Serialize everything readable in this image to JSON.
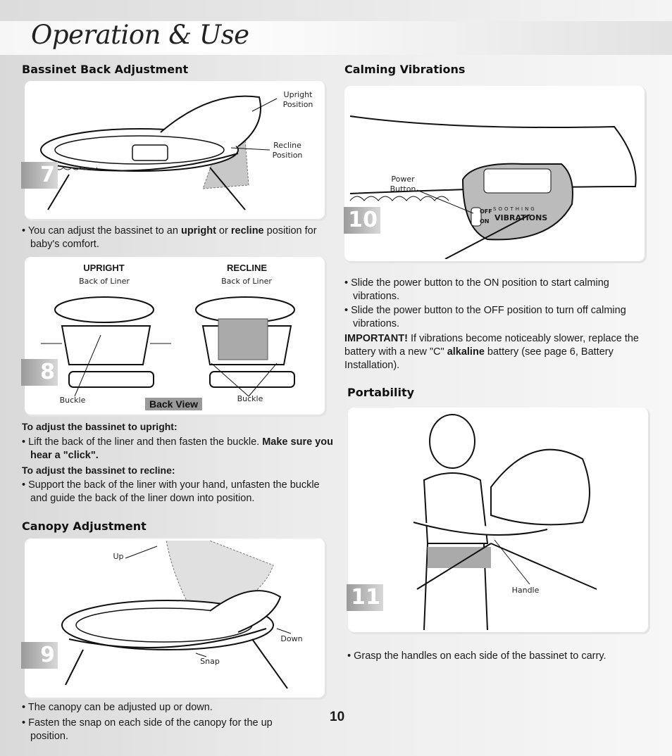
{
  "header": {
    "title": "Operation & Use"
  },
  "bassinet_back": {
    "heading": "Bassinet Back Adjustment",
    "step_number": "7",
    "callout_upright": "Upright Position",
    "callout_recline": "Recline Position",
    "bullet_pre": "You can adjust the bassinet to an ",
    "bullet_upright": "upright",
    "bullet_mid": " or ",
    "bullet_recline": "recline",
    "bullet_post": " position for baby's comfort."
  },
  "back_view": {
    "step_number": "8",
    "upright_title": "UPRIGHT",
    "upright_sub": "Back of Liner",
    "recline_title": "RECLINE",
    "recline_sub": "Back of Liner",
    "buckle_left": "Buckle",
    "buckle_right": "Buckle",
    "back_view_label": "Back View"
  },
  "adjust_upright": {
    "heading": "To adjust the bassinet to upright:",
    "text": "Lift the back of the liner and then fasten the buckle. ",
    "bold": "Make sure you hear a \"click\"."
  },
  "adjust_recline": {
    "heading": "To adjust the bassinet to recline:",
    "text": "Support the back of the liner with your hand, unfasten the buckle and guide the back of the liner down into position."
  },
  "canopy": {
    "heading": "Canopy Adjustment",
    "step_number": "9",
    "label_up": "Up",
    "label_down": "Down",
    "label_snap": "Snap",
    "bullet1": "The canopy can be adjusted up or down.",
    "bullet2": "Fasten the snap on each side of the canopy for the up position."
  },
  "calming": {
    "heading": "Calming Vibrations",
    "step_number": "10",
    "power_button": "Power Button",
    "off": "OFF",
    "on": "ON",
    "soothing": "SOOTHING",
    "vibrations": "VIBRATIONS",
    "bullet1": "Slide the power button to the ON position to start calming vibrations.",
    "bullet2": "Slide the power button to the OFF position to turn off calming vibrations.",
    "important_label": "IMPORTANT!",
    "important_text1": " If vibrations become noticeably slower, replace the battery with a new \"C\" ",
    "important_bold": "alkaline",
    "important_text2": " battery (see page 6, Battery Installation)."
  },
  "portability": {
    "heading": "Portability",
    "step_number": "11",
    "handle": "Handle",
    "bullet": "Grasp the handles on each side of the bassinet to carry."
  },
  "footer": {
    "page_number": "10"
  }
}
